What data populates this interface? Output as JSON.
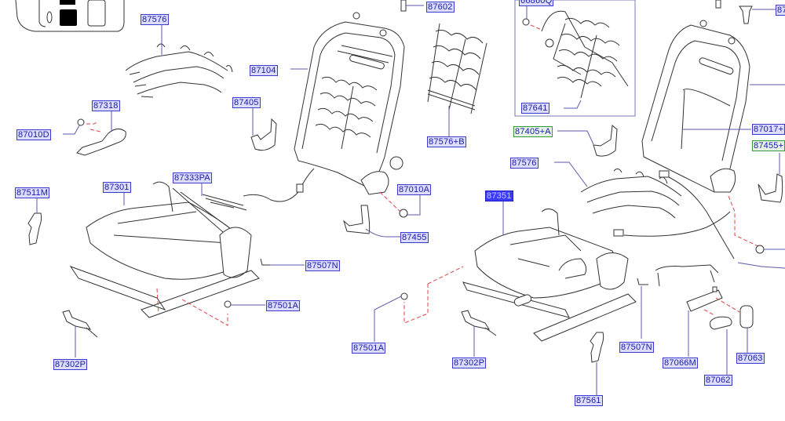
{
  "diagram": {
    "title": "Seat frame & spring exploded parts diagram",
    "label_color": "#3b3bd0",
    "label_fill": "#dcdcff",
    "selected_fill": "#3b3bff",
    "accent_dash": "#e0404a",
    "parts": [
      {
        "id": "87576_a",
        "code": "87576"
      },
      {
        "id": "87104",
        "code": "87104"
      },
      {
        "id": "87602",
        "code": "87602"
      },
      {
        "id": "87318",
        "code": "87318"
      },
      {
        "id": "87405",
        "code": "87405"
      },
      {
        "id": "87010D",
        "code": "87010D"
      },
      {
        "id": "87576B",
        "code": "87576+B"
      },
      {
        "id": "87511M",
        "code": "87511M"
      },
      {
        "id": "87301",
        "code": "87301"
      },
      {
        "id": "87333PA",
        "code": "87333PA"
      },
      {
        "id": "87010A",
        "code": "87010A"
      },
      {
        "id": "87455",
        "code": "87455"
      },
      {
        "id": "87507N_a",
        "code": "87507N"
      },
      {
        "id": "87501A_a",
        "code": "87501A"
      },
      {
        "id": "87302P_a",
        "code": "87302P"
      },
      {
        "id": "66860Q",
        "code": "66860Q"
      },
      {
        "id": "87641",
        "code": "87641"
      },
      {
        "id": "87405A",
        "code": "87405+A"
      },
      {
        "id": "87576_b",
        "code": "87576"
      },
      {
        "id": "87351",
        "code": "87351"
      },
      {
        "id": "87017",
        "code": "87017+"
      },
      {
        "id": "87455plus",
        "code": "87455+"
      },
      {
        "id": "87_top_right",
        "code": "87"
      },
      {
        "id": "87501A_b",
        "code": "87501A"
      },
      {
        "id": "87302P_b",
        "code": "87302P"
      },
      {
        "id": "87507N_b",
        "code": "87507N"
      },
      {
        "id": "87066M",
        "code": "87066M"
      },
      {
        "id": "87063",
        "code": "87063"
      },
      {
        "id": "87062",
        "code": "87062"
      },
      {
        "id": "87561",
        "code": "87561"
      }
    ],
    "selected_part": "87351"
  }
}
